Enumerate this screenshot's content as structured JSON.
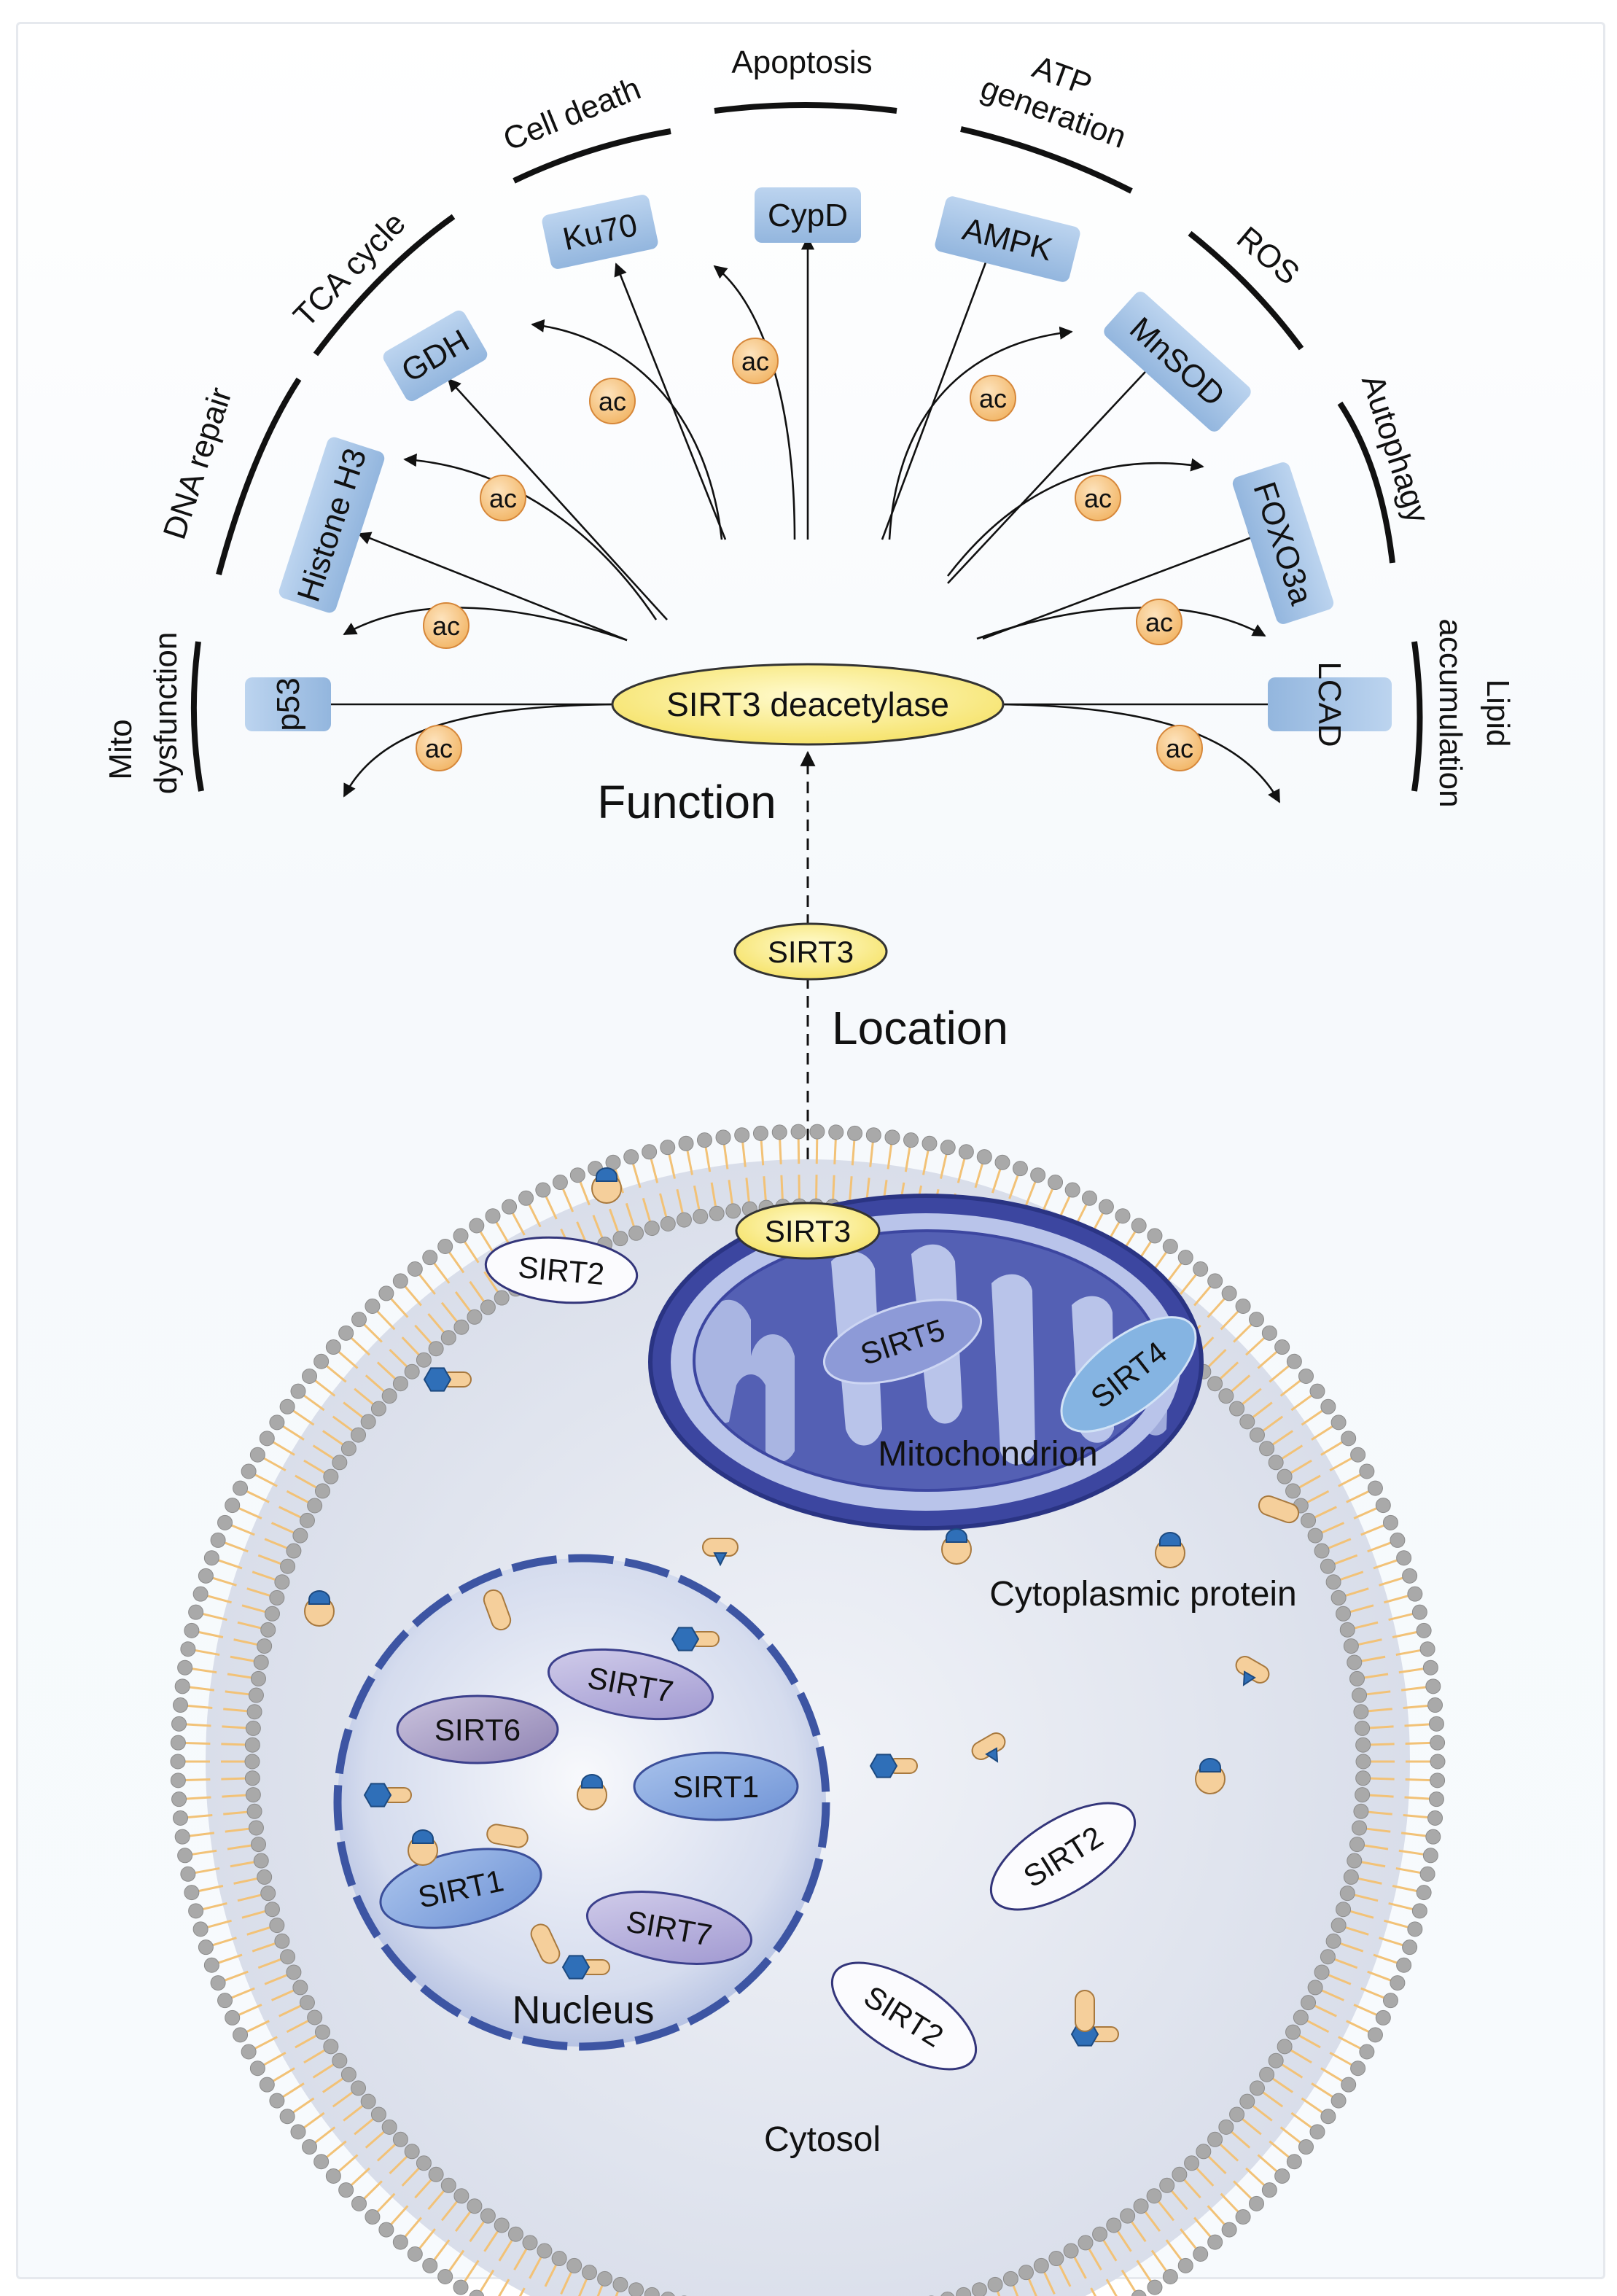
{
  "center": {
    "enzyme": "SIRT3 deacetylase",
    "function_label": "Function",
    "location_label": "Location",
    "sirt3_label": "SIRT3"
  },
  "acetyl_label": "ac",
  "targets": [
    "p53",
    "Histone H3",
    "GDH",
    "Ku70",
    "CypD",
    "AMPK",
    "MnSOD",
    "FOXO3a",
    "LCAD"
  ],
  "functions": {
    "mito": [
      "Mito",
      "dysfunction"
    ],
    "dna": "DNA repair",
    "tca": "TCA cycle",
    "celldeath": "Cell death",
    "apoptosis": "Apoptosis",
    "atp": [
      "ATP",
      "generation"
    ],
    "ros": "ROS",
    "autophagy": "Autophagy",
    "lipid": [
      "Lipid",
      "accumulation"
    ]
  },
  "cell": {
    "mitochondrion": "Mitochondrion",
    "cytoplasmic_protein": "Cytoplasmic protein",
    "nucleus": "Nucleus",
    "cytosol": "Cytosol",
    "mito_sirts": [
      "SIRT3",
      "SIRT5",
      "SIRT4"
    ],
    "nuclear_sirts": [
      "SIRT7",
      "SIRT6",
      "SIRT1",
      "SIRT1",
      "SIRT7"
    ],
    "cytosolic_sirts": [
      "SIRT2",
      "SIRT2",
      "SIRT2"
    ]
  },
  "colors": {
    "target_box": "#a9c6e6",
    "acetyl": "#f7c685",
    "enzyme": "#fbef8f",
    "mito": "#5a64b0",
    "nucleus": "#3f55a0",
    "membrane_head": "#a9a9a9",
    "membrane_tail": "#f2c277"
  }
}
